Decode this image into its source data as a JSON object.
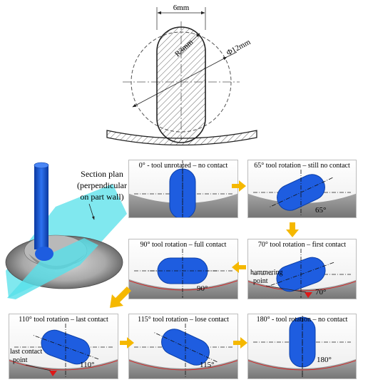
{
  "top_section": {
    "width_label": "6mm",
    "radius_label": "R3mm",
    "diameter_label": "Φ12mm"
  },
  "tool_view": {
    "section_label_lines": [
      "Section plan",
      "(perpendicular",
      "on part wall)"
    ]
  },
  "panels": [
    {
      "title": "0° - tool unrotated – no contact"
    },
    {
      "title": "65° tool rotation – still no contact",
      "angle_label": "65°"
    },
    {
      "title": "70° tool rotation – first contact",
      "angle_label": "70°",
      "extra_label_lines": [
        "hammering",
        "point"
      ]
    },
    {
      "title": "90° tool rotation – full contact",
      "angle_label": "90°"
    },
    {
      "title": "110° tool rotation – last contact",
      "angle_label": "110°",
      "extra_label_lines": [
        "last contact",
        "point"
      ]
    },
    {
      "title": "115° tool rotation – lose contact",
      "angle_label": "115°"
    },
    {
      "title": "180° - tool rotation – no contact",
      "angle_label": "180°"
    }
  ],
  "colors": {
    "tool": "#1e5de0",
    "tool_dark": "#0b3fa8",
    "wall": "#8f8f8f",
    "arrow": "#f5b800",
    "contact": "#dd1818",
    "plane": "#56e0ea"
  }
}
